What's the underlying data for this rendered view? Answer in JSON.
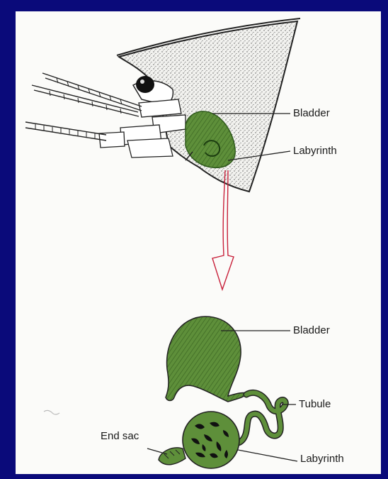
{
  "colors": {
    "background": "#0a0a7a",
    "panel": "#fbfbf9",
    "organ_green": "#5e8f3a",
    "organ_dark": "#2f5a1c",
    "arrow": "#c8203a",
    "ink": "#1a1a1a"
  },
  "labels": {
    "top_bladder": "Bladder",
    "top_labyrinth": "Labyrinth",
    "bottom_bladder": "Bladder",
    "bottom_tubule": "Tubule",
    "bottom_end_sac": "End sac",
    "bottom_labyrinth": "Labyrinth"
  }
}
